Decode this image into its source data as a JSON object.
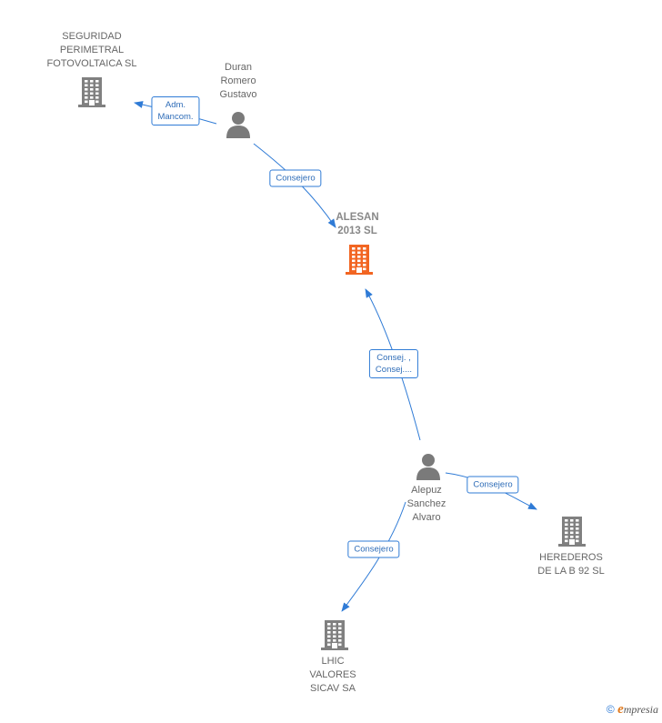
{
  "nodes": [
    {
      "id": "seguridad",
      "type": "company",
      "lines": [
        "SEGURIDAD",
        "PERIMETRAL",
        "FOTOVOLTAICA SL"
      ],
      "label_pos": "above"
    },
    {
      "id": "duran",
      "type": "person",
      "lines": [
        "Duran",
        "Romero",
        "Gustavo"
      ],
      "label_pos": "above"
    },
    {
      "id": "alesan",
      "type": "company",
      "focus": true,
      "lines": [
        "ALESAN",
        "2013  SL"
      ],
      "label_pos": "above"
    },
    {
      "id": "alepuz",
      "type": "person",
      "lines": [
        "Alepuz",
        "Sanchez",
        "Alvaro"
      ],
      "label_pos": "below"
    },
    {
      "id": "herederos",
      "type": "company",
      "lines": [
        "HEREDEROS",
        "DE LA B 92  SL"
      ],
      "label_pos": "below"
    },
    {
      "id": "lhic",
      "type": "company",
      "lines": [
        "LHIC",
        "VALORES",
        "SICAV SA"
      ],
      "label_pos": "below"
    }
  ],
  "edges": [
    {
      "from": "duran",
      "to": "seguridad",
      "label": [
        "Adm.",
        "Mancom."
      ]
    },
    {
      "from": "duran",
      "to": "alesan",
      "label": [
        "Consejero"
      ]
    },
    {
      "from": "alepuz",
      "to": "alesan",
      "label": [
        "Consej. ,",
        "Consej...."
      ]
    },
    {
      "from": "alepuz",
      "to": "herederos",
      "label": [
        "Consejero"
      ]
    },
    {
      "from": "alepuz",
      "to": "lhic",
      "label": [
        "Consejero"
      ]
    }
  ],
  "colors": {
    "edge": "#2f7bd6",
    "company_icon": "#808080",
    "focus_icon": "#f26522",
    "person_icon": "#7a7a7a",
    "node_text": "#666666"
  },
  "footer": {
    "copyright": "©",
    "brand_initial": "e",
    "brand_rest": "mpresia"
  }
}
